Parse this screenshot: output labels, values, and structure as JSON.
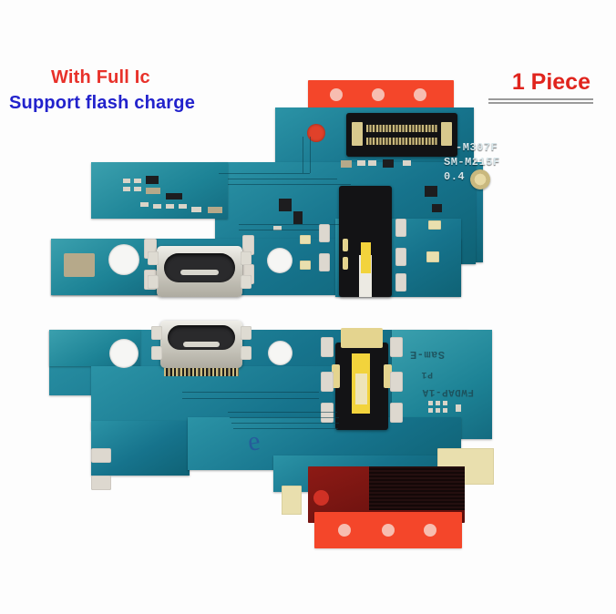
{
  "image": {
    "kind": "product-photo",
    "subject": "Samsung charging port flex board",
    "background_color": "#ffffff"
  },
  "overlay": {
    "promo_line1": "With Full Ic",
    "promo_line1_color": "#e8312a",
    "promo_line2": "Support flash charge",
    "promo_line2_color": "#2222cc",
    "quantity_label": "1 Piece",
    "quantity_color": "#e0241d",
    "quantity_underline_color": "#9a9a9a"
  },
  "boards": {
    "top": {
      "name": "front-side-board",
      "pcb_color": "#1d8096",
      "silkscreen": [
        {
          "text": "-M307F"
        },
        {
          "text": "SM-M215F"
        },
        {
          "text": "0.4"
        }
      ],
      "components": {
        "board_to_board_connector": "bt-connector",
        "usb_c_port": "usb-c-charging-port",
        "headphone_jack": "3.5mm-audio-jack",
        "antenna_contact": "rf-coax-pad"
      },
      "tape": {
        "color": "#f4462a",
        "holes": 3
      }
    },
    "bottom": {
      "name": "back-side-board",
      "pcb_color": "#1d8096",
      "silkscreen": [
        {
          "text": "Sam-E"
        },
        {
          "text": "P1"
        },
        {
          "text": "FWDAP-1A"
        }
      ],
      "components": {
        "usb_c_port": "usb-c-charging-port",
        "headphone_jack": "3.5mm-audio-jack",
        "flex_cable": "flex-ribbon-cable"
      },
      "tape_orange": {
        "color": "#f4462a",
        "holes": 3
      },
      "tape_dark": {
        "color": "#7d1512"
      },
      "tape_black": {
        "color": "#1b0c0c"
      },
      "pen_mark": "e"
    }
  }
}
